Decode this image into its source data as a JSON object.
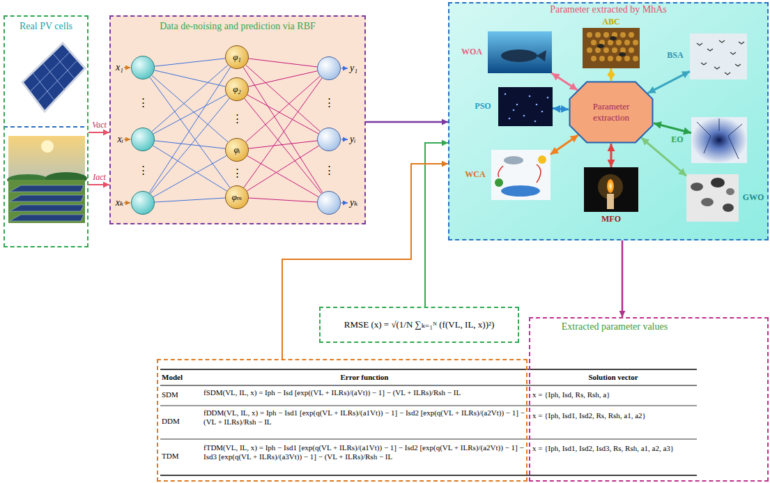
{
  "diagram": {
    "nodes": [
      {
        "text": [
          "Real PV cells"
        ]
      },
      {
        "text": [
          "Data de-noising and prediction via RBF"
        ]
      },
      {
        "text": [
          "x₁"
        ],
        "in": 1
      },
      {
        "text": [
          "xᵢ"
        ],
        "in": 1
      },
      {
        "text": [
          "xₖ"
        ],
        "in": 1
      },
      {
        "text": [
          "φ₁"
        ],
        "in": 1
      },
      {
        "text": [
          "φ₂"
        ],
        "in": 1
      },
      {
        "text": [
          "φᵢ"
        ],
        "in": 1
      },
      {
        "text": [
          "φₘ"
        ],
        "in": 1
      },
      {
        "text": [
          "y₁"
        ],
        "in": 1
      },
      {
        "text": [
          "yᵢ"
        ],
        "in": 1
      },
      {
        "text": [
          "yₖ"
        ],
        "in": 1
      },
      {
        "text": [
          "Parameter extracted by MhAs"
        ]
      },
      {
        "text": [
          "Parameter extraction"
        ],
        "in": 12
      },
      {
        "text": [
          "ABC"
        ],
        "in": 12
      },
      {
        "text": [
          "BSA"
        ],
        "in": 12
      },
      {
        "text": [
          "EO"
        ],
        "in": 12
      },
      {
        "text": [
          "GWO"
        ],
        "in": 12
      },
      {
        "text": [
          "MFO"
        ],
        "in": 12
      },
      {
        "text": [
          "WCA"
        ],
        "in": 12
      },
      {
        "text": [
          "PSO"
        ],
        "in": 12
      },
      {
        "text": [
          "WOA"
        ],
        "in": 12
      },
      {
        "text": [
          "RMSE (x) = √(1/N ∑ₖ₌₁ᴺ (f(VL, IL, x))²)"
        ]
      },
      {
        "text": [
          "Model",
          "Error function",
          "SDM",
          "fSDM(VL, IL, x) = Iph − Isd [exp((VL + ILRs)/(aVt)) − 1] − (VL + ILRs)/Rsh − IL",
          "DDM",
          "fDDM(VL, IL, x) = Iph − Isd1 [exp(q(VL + ILRs)/(a1Vt)) − 1] − Isd2 [exp(q(VL + ILRs)/(a2Vt)) − 1] − (VL + ILRs)/Rsh − IL",
          "TDM",
          "fTDM(VL, IL, x) = Iph − Isd1 [exp(q(VL + ILRs)/(a1Vt)) − 1] − Isd2 [exp(q(VL + ILRs)/(a2Vt)) − 1] − Isd3 [exp(q(VL + ILRs)/(a3Vt)) − 1] − (VL + ILRs)/Rsh − IL"
        ]
      },
      {
        "text": [
          "Extracted parameter values",
          "Solution vector",
          "x = {Iph, Isd, Rs, Rsh, a}",
          "x = {Iph, Isd1, Isd2, Rs, Rsh, a1, a2}",
          "x = {Iph, Isd1, Isd2, Isd3, Rs, Rsh, a1, a2, a3}"
        ]
      }
    ],
    "edges": [
      {
        "from": 0,
        "to": 1,
        "arrow": "to",
        "label": "Vact"
      },
      {
        "from": 0,
        "to": 1,
        "arrow": "to",
        "label": "Iact"
      },
      {
        "from": 1,
        "to": 12,
        "arrow": "to"
      },
      {
        "from": 22,
        "to": 12,
        "arrow": "to"
      },
      {
        "from": 23,
        "to": 12,
        "arrow": "to"
      },
      {
        "from": 12,
        "to": 24,
        "arrow": "to"
      },
      {
        "from": 13,
        "to": 14,
        "arrow": "both"
      },
      {
        "from": 13,
        "to": 15,
        "arrow": "both"
      },
      {
        "from": 13,
        "to": 16,
        "arrow": "both"
      },
      {
        "from": 13,
        "to": 17,
        "arrow": "both"
      },
      {
        "from": 13,
        "to": 18,
        "arrow": "both"
      },
      {
        "from": 13,
        "to": 19,
        "arrow": "both"
      },
      {
        "from": 13,
        "to": 20,
        "arrow": "both"
      },
      {
        "from": 13,
        "to": 21,
        "arrow": "both"
      },
      {
        "from": 2,
        "to": 5,
        "arrow": "none"
      },
      {
        "from": 2,
        "to": 6,
        "arrow": "none"
      },
      {
        "from": 2,
        "to": 7,
        "arrow": "none"
      },
      {
        "from": 2,
        "to": 8,
        "arrow": "none"
      },
      {
        "from": 3,
        "to": 5,
        "arrow": "none"
      },
      {
        "from": 3,
        "to": 6,
        "arrow": "none"
      },
      {
        "from": 3,
        "to": 7,
        "arrow": "none"
      },
      {
        "from": 3,
        "to": 8,
        "arrow": "none"
      },
      {
        "from": 4,
        "to": 5,
        "arrow": "none"
      },
      {
        "from": 4,
        "to": 6,
        "arrow": "none"
      },
      {
        "from": 4,
        "to": 7,
        "arrow": "none"
      },
      {
        "from": 4,
        "to": 8,
        "arrow": "none"
      },
      {
        "from": 5,
        "to": 9,
        "arrow": "none"
      },
      {
        "from": 5,
        "to": 10,
        "arrow": "none"
      },
      {
        "from": 5,
        "to": 11,
        "arrow": "none"
      },
      {
        "from": 6,
        "to": 9,
        "arrow": "none"
      },
      {
        "from": 6,
        "to": 10,
        "arrow": "none"
      },
      {
        "from": 6,
        "to": 11,
        "arrow": "none"
      },
      {
        "from": 7,
        "to": 9,
        "arrow": "none"
      },
      {
        "from": 7,
        "to": 10,
        "arrow": "none"
      },
      {
        "from": 7,
        "to": 11,
        "arrow": "none"
      },
      {
        "from": 8,
        "to": 9,
        "arrow": "none"
      },
      {
        "from": 8,
        "to": 10,
        "arrow": "none"
      },
      {
        "from": 8,
        "to": 11,
        "arrow": "none"
      }
    ],
    "labels": [
      "⋮",
      "⋮",
      "⋮",
      "⋮",
      "⋮",
      "⋮"
    ]
  }
}
